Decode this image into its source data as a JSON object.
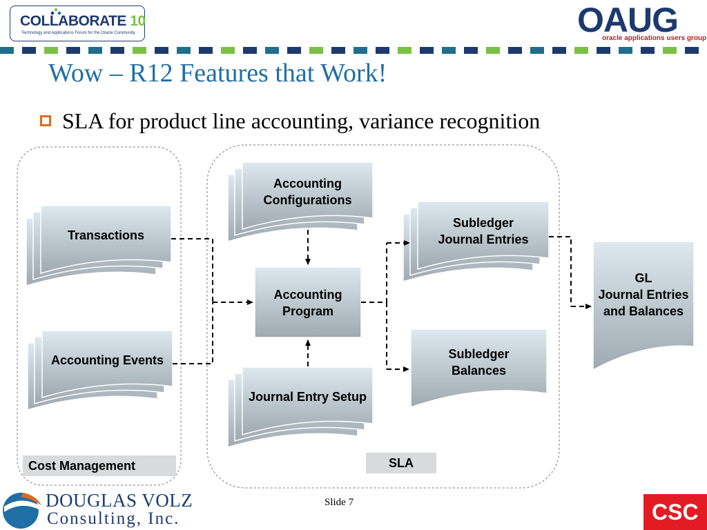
{
  "header": {
    "left_logo": {
      "name": "COLLABORATE",
      "number": "10",
      "tagline": "Technology and Applications Forum for the Oracle Community"
    },
    "right_logo": {
      "name": "OAUG",
      "tagline": "oracle applications users group"
    }
  },
  "title": "Wow – R12 Features that Work!",
  "bullet": "SLA for product line accounting, variance recognition",
  "diagram": {
    "nodes": {
      "transactions": "Transactions",
      "accounting_events": "Accounting Events",
      "accounting_configurations": [
        "Accounting",
        "Configurations"
      ],
      "accounting_program": [
        "Accounting",
        "Program"
      ],
      "journal_entry_setup": "Journal Entry Setup",
      "subledger_journal_entries": [
        "Subledger",
        "Journal Entries"
      ],
      "subledger_balances": [
        "Subledger",
        "Balances"
      ],
      "gl": [
        "GL",
        "Journal Entries",
        "and Balances"
      ]
    },
    "groups": {
      "cost_management": "Cost Management",
      "sla": "SLA"
    }
  },
  "footer": {
    "left_logo": {
      "name": "DOUGLAS VOLZ",
      "sub": "Consulting, Inc."
    },
    "slide_label": "Slide",
    "slide_number": "7",
    "right_logo": "CSC"
  },
  "colors": {
    "title": "#1f6ea6",
    "accent_orange": "#e06a1b",
    "node_fill_top": "#dde8ef",
    "node_fill_bottom": "#9ea9b0"
  }
}
